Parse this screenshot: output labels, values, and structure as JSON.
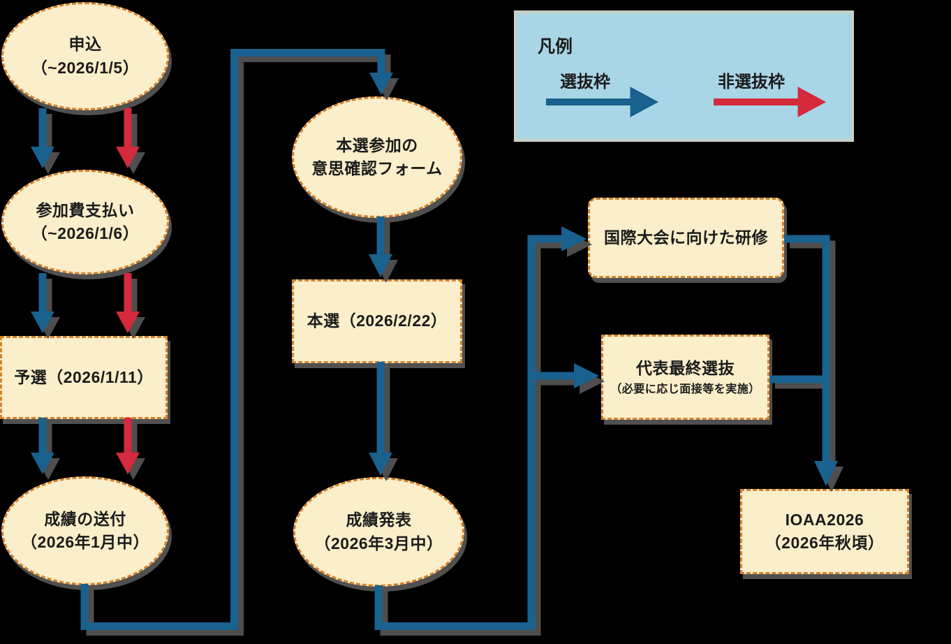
{
  "colors": {
    "page_bg": "#000000",
    "node_fill": "#FBEECA",
    "node_border": "#D5822E",
    "selection_arrow": "#19618E",
    "non_selection_arrow": "#D42A3C",
    "shadow": "#4E4E4E",
    "legend_bg": "#A9D6E7",
    "legend_border": "#CBCFC6",
    "text": "#1B1B1B"
  },
  "legend": {
    "title": "凡例",
    "selection_label": "選抜枠",
    "non_selection_label": "非選抜枠"
  },
  "nodes": {
    "apply": {
      "line1": "申込",
      "line2": "（~2026/1/5）"
    },
    "payment": {
      "line1": "参加費支払い",
      "line2": "（~2026/1/6）"
    },
    "preliminary": {
      "line1": "予選（2026/1/11）"
    },
    "score_sending": {
      "line1": "成績の送付",
      "line2": "（2026年1月中）"
    },
    "intent_form": {
      "line1": "本選参加の",
      "line2": "意思確認フォーム"
    },
    "final_round": {
      "line1": "本選（2026/2/22）"
    },
    "results": {
      "line1": "成績発表",
      "line2": "（2026年3月中）"
    },
    "training": {
      "line1": "国際大会に向けた研修"
    },
    "final_selection": {
      "line1": "代表最終選抜",
      "line2": "（必要に応じ面接等を実施）"
    },
    "ioaa": {
      "line1": "IOAA2026",
      "line2": "（2026年秋頃）"
    }
  }
}
